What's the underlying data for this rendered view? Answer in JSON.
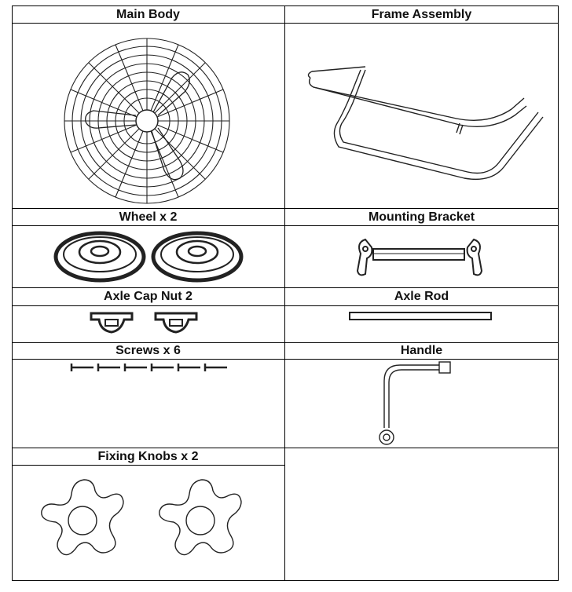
{
  "parts": {
    "main_body": {
      "label": "Main Body",
      "icon": "fan-grille-icon"
    },
    "frame_assembly": {
      "label": "Frame Assembly",
      "icon": "tube-frame-icon"
    },
    "wheel": {
      "label": "Wheel x 2",
      "icon": "wheel-icon"
    },
    "mounting_bracket": {
      "label": "Mounting Bracket",
      "icon": "bracket-icon"
    },
    "axle_cap_nut": {
      "label": "Axle Cap Nut 2",
      "icon": "cap-nut-icon"
    },
    "axle_rod": {
      "label": "Axle Rod",
      "icon": "rod-icon"
    },
    "screws": {
      "label": "Screws x 6",
      "icon": "screw-icon"
    },
    "handle": {
      "label": "Handle",
      "icon": "handle-icon"
    },
    "fixing_knobs": {
      "label": "Fixing Knobs x 2",
      "icon": "knob-icon"
    }
  }
}
